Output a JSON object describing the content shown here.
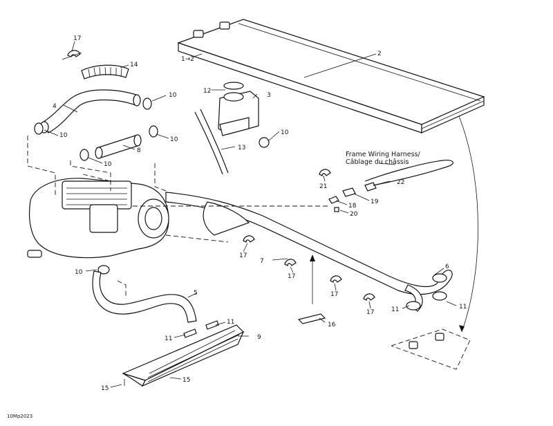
{
  "diagram": {
    "code": "10Mp2023",
    "harness_en": "Frame Wiring Harness/",
    "harness_fr": "Câblage du châssis",
    "labels": {
      "p1to2": "1→2",
      "p2": "2",
      "p3": "3",
      "p4": "4",
      "p5": "5",
      "p6": "6",
      "p7": "7",
      "p8": "8",
      "p9": "9",
      "p10a": "10",
      "p10b": "10",
      "p10c": "10",
      "p10d": "10",
      "p10e": "10",
      "p10f": "10",
      "p11a": "11",
      "p11b": "11",
      "p11c": "11",
      "p11d": "11",
      "p12": "12",
      "p13": "13",
      "p14": "14",
      "p15a": "15",
      "p15b": "15",
      "p16": "16",
      "p17a": "17",
      "p17b": "17",
      "p17c": "17",
      "p17d": "17",
      "p17e": "17",
      "p18": "18",
      "p19": "19",
      "p20": "20",
      "p21": "21",
      "p22": "22"
    }
  }
}
